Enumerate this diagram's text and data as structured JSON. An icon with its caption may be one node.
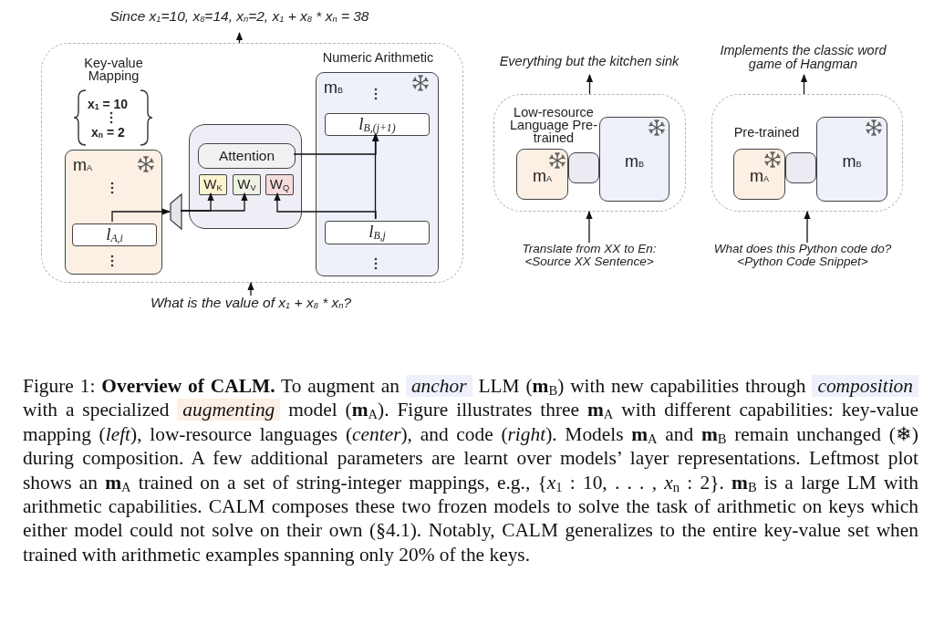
{
  "diagram": {
    "nodes": [
      {
        "text": [
          "Since x$_{1}$=10, x$_{8}$=14, x$_{n}$=2, x$_{1}$ + x$_{8}$ * x$_{n}$ = 38"
        ]
      },
      {
        "text": [],
        "shape": "box"
      },
      {
        "text": [
          "m$_{A}$"
        ],
        "in": 1
      },
      {
        "text": [
          "l$_{A,i}$"
        ],
        "in": 2
      },
      {
        "text": [],
        "shape": "box",
        "in": 1
      },
      {
        "text": [
          "Attention"
        ],
        "in": 4
      },
      {
        "text": [
          "W$_{K}$"
        ],
        "in": 4
      },
      {
        "text": [
          "W$_{V}$"
        ],
        "in": 4
      },
      {
        "text": [
          "W$_{Q}$"
        ],
        "in": 4
      },
      {
        "text": [],
        "shape": "trapezoid",
        "in": 1
      },
      {
        "text": [
          "Numeric Arithmetic",
          "m$_{B}$"
        ],
        "in": 1
      },
      {
        "text": [
          "l$_{B,(j+1)}$"
        ],
        "in": 10
      },
      {
        "text": [
          "l$_{B,j}$"
        ],
        "in": 10
      },
      {
        "text": [
          "What is the value of x$_{1}$ + x$_{8}$ * x$_{n}$?"
        ]
      },
      {
        "text": [],
        "shape": "box"
      },
      {
        "text": [
          "Low-resource Language Pre-trained",
          "m$_{A}$"
        ],
        "in": 14
      },
      {
        "text": [],
        "shape": "box",
        "in": 14
      },
      {
        "text": [
          "m$_{B}$"
        ],
        "in": 14
      },
      {
        "text": [
          "Everything but the kitchen sink"
        ]
      },
      {
        "text": [
          "Translate from XX to En: <Source XX Sentence>"
        ]
      },
      {
        "text": [],
        "shape": "box"
      },
      {
        "text": [
          "Pre-trained",
          "m$_{A}$"
        ],
        "in": 20
      },
      {
        "text": [],
        "shape": "box",
        "in": 20
      },
      {
        "text": [
          "m$_{B}$"
        ],
        "in": 20
      },
      {
        "text": [
          "Implements the classic word game of Hangman"
        ]
      },
      {
        "text": [
          "What does this Python code do? <Python Code Snippet>"
        ]
      }
    ],
    "edges": [
      {
        "from": 1,
        "to": 0,
        "arrow": "to"
      },
      {
        "from": 13,
        "to": 1,
        "arrow": "to"
      },
      {
        "from": 3,
        "to": 9,
        "arrow": "to"
      },
      {
        "from": 9,
        "to": 6,
        "arrow": "to"
      },
      {
        "from": 9,
        "to": 7,
        "arrow": "to"
      },
      {
        "from": 12,
        "to": 8,
        "arrow": "to"
      },
      {
        "from": 12,
        "to": 11,
        "arrow": "to"
      },
      {
        "from": 5,
        "to": 11,
        "arrow": "to"
      },
      {
        "from": 19,
        "to": 14,
        "arrow": "to"
      },
      {
        "from": 14,
        "to": 18,
        "arrow": "to"
      },
      {
        "from": 25,
        "to": 20,
        "arrow": "to"
      },
      {
        "from": 20,
        "to": 24,
        "arrow": "to"
      }
    ],
    "labels": [
      "Key-value Mapping",
      "x$_{1}$ = 10",
      "x$_{n}$ = 2"
    ],
    "caption": "Figure 1:  **Overview of CALM.** To augment an *anchor* LLM (**m**$_{B}$) with new capabilities through *composition* with a specialized *augmenting* model (**m**$_{A}$). Figure illustrates three **m**$_{A}$ with different capabilities: key-value mapping (*left*), low-resource languages (*center*), and code (*right*). Models **m**$_{A}$ and **m**$_{B}$ remain unchanged (❄) during composition. A few additional parameters are learnt over models’ layer representations. Leftmost plot shows an **m**$_{A}$ trained on a set of string-integer mappings, e.g., {*x*$_{1}$ : 10, . . . , *x*$_{n}$ : 2}. **m**$_{B}$ is a large LM with arithmetic capabilities. CALM composes these two frozen models to solve the task of arithmetic on keys which either model could not solve on their own (§4.1). Notably, CALM generalizes to the entire key-value set when trained with arithmetic examples spanning only 20% of the keys."
  }
}
